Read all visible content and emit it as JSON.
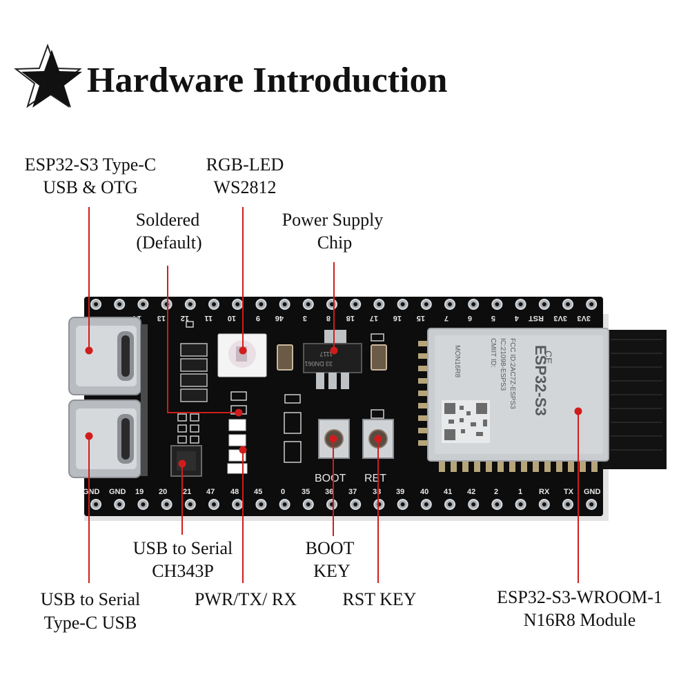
{
  "title": "Hardware Introduction",
  "colors": {
    "accent": "#d01c1c",
    "board": "#0d0d0d",
    "module": "#c9cdd0"
  },
  "callouts": {
    "esp_typec": [
      "ESP32-S3 Type-C",
      "USB & OTG"
    ],
    "rgb_led": [
      "RGB-LED",
      "WS2812"
    ],
    "soldered": [
      "Soldered",
      "(Default)"
    ],
    "power_chip": [
      "Power Supply",
      "Chip"
    ],
    "usb_serial_chip": [
      "USB to Serial",
      "CH343P"
    ],
    "boot_key": [
      "BOOT",
      "KEY"
    ],
    "usb_serial_typec": [
      "USB to Serial",
      "Type-C USB"
    ],
    "pwr_tx_rx": [
      "PWR/TX/ RX"
    ],
    "rst_key": [
      "RST KEY"
    ],
    "module": [
      "ESP32-S3-WROOM-1",
      "N16R8 Module"
    ]
  },
  "board": {
    "top_pins": [
      "14",
      "13",
      "12",
      "11",
      "10",
      "9",
      "46",
      "3",
      "8",
      "18",
      "17",
      "16",
      "15",
      "7",
      "6",
      "5",
      "4",
      "RST",
      "3V3",
      "3V3"
    ],
    "bottom_pins": [
      "GND",
      "GND",
      "19",
      "20",
      "21",
      "47",
      "48",
      "45",
      "0",
      "35",
      "36",
      "37",
      "38",
      "39",
      "40",
      "41",
      "42",
      "2",
      "1",
      "RX",
      "TX",
      "GND"
    ],
    "buttons": {
      "boot": "BOOT",
      "rst": "RET"
    },
    "module_text": {
      "brand": "ESP32-S3",
      "fcc": "FCC ID:2AC7Z-ESPS3",
      "ic": "IC:21098-ESPS3",
      "cmiit": "CMIIT ID:",
      "model": "MON16R8"
    },
    "ldo_text": [
      "1117",
      "33 DN061"
    ]
  }
}
